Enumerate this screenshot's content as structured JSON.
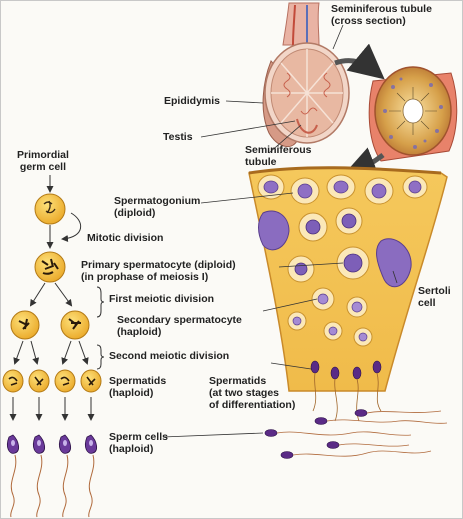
{
  "labels": {
    "seminiferous_tubule_cross": {
      "line1": "Seminiferous tubule",
      "line2": "(cross section)"
    },
    "epididymis": "Epididymis",
    "testis": "Testis",
    "seminiferous_tubule": {
      "line1": "Seminiferous",
      "line2": "tubule"
    },
    "primordial_germ_cell": {
      "line1": "Primordial",
      "line2": "germ cell"
    },
    "spermatogonium": {
      "line1": "Spermatogonium",
      "line2": "(diploid)"
    },
    "mitotic_division": "Mitotic division",
    "primary_spermatocyte": {
      "line1": "Primary spermatocyte (diploid)",
      "line2": "(in prophase of meiosis I)"
    },
    "first_meiotic_division": "First meiotic division",
    "secondary_spermatocyte": {
      "line1": "Secondary spermatocyte",
      "line2": "(haploid)"
    },
    "sertoli_cell": {
      "line1": "Sertoli",
      "line2": "cell"
    },
    "second_meiotic_division": "Second meiotic division",
    "spermatids_left": {
      "line1": "Spermatids",
      "line2": "(haploid)"
    },
    "spermatids_right": {
      "line1": "Spermatids",
      "line2": "(at two stages",
      "line3": "of differentiation)"
    },
    "sperm_cells": {
      "line1": "Sperm cells",
      "line2": "(haploid)"
    }
  },
  "colors": {
    "cell_fill": "#f6c64a",
    "cell_stroke": "#c48a16",
    "tissue_fill": "#f2c35a",
    "nucleus": "#8f6fc4",
    "sperm_head": "#5a2a86",
    "tubule_red": "#d9664d",
    "arrow": "#333333"
  }
}
